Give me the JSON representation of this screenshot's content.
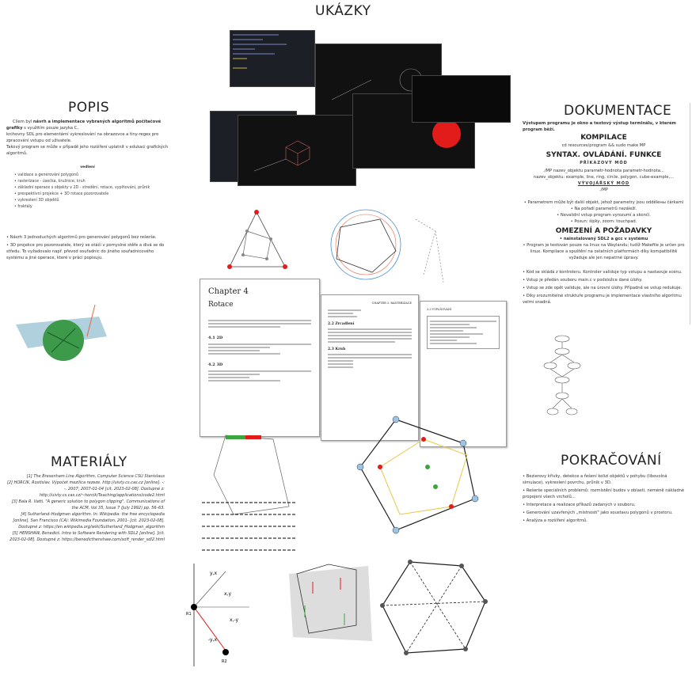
{
  "ukazky": {
    "title": "UKÁZKY"
  },
  "popis": {
    "title": "POPIS",
    "intro_prefix": "Cílem byl ",
    "intro_bold": "návrh a implementace vybraných algoritmů počítačové grafiky",
    "intro_rest": " s využitím pouze jazyka C,",
    "line2": "knihovny SDL pro elementární vykreslování na obrazovce a tiny-regex pro zpracování vstupu od uživatele.",
    "line3": "Takový program se může v případě jeho rozšíření uplatnit v edukaci grafických algoritmů.",
    "features_title": "vedlení",
    "features": [
      "validace a generování polygonů",
      "rasterizace - úsečka, kružnice, kruh",
      "základní operace s objekty v 2D - stredění, rotace, vyplňování, průnik",
      "prespektivní projekce + 3D rotace pozorovatele",
      "vykreslení 3D objektů",
      "fraktály"
    ],
    "note1": "• Návrh 3 jednoduchých algoritmů pro generování polygonů bez rešerše.",
    "note2": "• 3D projekce pro pozorovatele, který se otáčí v pomyslné stěře a dívá se do středu. To vyžadovalo např. převod souřadnic do jiného souřadnicového systému a jiné operace, které v práci popisuju."
  },
  "dokumentace": {
    "title": "DOKUMENTACE",
    "intro": "Výstupem programu je okno a textový výstup terminálu, v kterém program běží.",
    "kompilace_title": "KOMPILACE",
    "kompilace_cmd": "cd resources/program && sudo make MP",
    "syntax_title": "SYNTAX. OVLÁDÁNÍ. FUNKCE",
    "prikazovy_title": "PŘÍKAZOVÝ MÓD",
    "prikazovy_cmd": "./MP nazev_objektu parametr-hodnota parametr-hodnota...",
    "objekty": "nazev_objektu: example, line, ring, circle, polygon, cube-example,...",
    "vyvojarsky_title": "VÝVOJÁŘSKÝ MÓD",
    "vyvojarsky_cmd": "./MP",
    "bullets": [
      "• Parametrem může být další objekt, jehož parametry jsou oddělены čárkami",
      "• Na pořadí parametrů nezáleží.",
      "• Nevalidní vstup program vyrozumí a skončí.",
      "• Posun: šipky, zoom: touchpad."
    ],
    "omezeni_title": "OMEZENÍ A POŽADAVKY",
    "omezeni_req": "• nainstalovaný SDL2 a gcc v systému",
    "omezeni_text": "• Program je testován pouze na linux na Waylandu; tudíž Makefile je určen pro linux. Kompilace a spuštění na ostatních platformách díky kompatibilitě vyžaduje ale jen nepatrné úpravy.",
    "arch": [
      "• Kód se skládá z kontroleru. Kontroler validuje typ vstupu a nastavuje scénu.",
      "• Vstup je předán souboru main.c v podsložce dané úlohy.",
      "• Vstup se zde opět validuje, ale na úrovni úlohy. Případně se vstup redukuje.",
      "• Díky srozumitelné struktuře programu je implementace vlastního algoritmu velmi snadná."
    ]
  },
  "materialy": {
    "title": "MATERIÁLY",
    "refs": [
      "[1] The Bresenham Line Algorithm, Computer Science CSU Stanislaus",
      "[2] HORCIK, Rostislav. Výpočet mezilica rezeze. http://uivty.cs.cas.cz [online]. -: -, 2007; 2007-01-04 [cit. 2023-02-08]. Dostupné z: http://uivty.cs.cas.cz/~horcik/Teaching/applications/code2.html",
      "[3] Bala R. Vatti. \"A generic solution to polygon clipping\". Communications of the ACM, Vol 35, Issue 7 (July 1992) pp. 56–63.",
      "[4] Sutherland–Hodgman algorithm. In: Wikipedia: the free encyclopedia [online]. San Francisco (CA): Wikimedia Foundation, 2001- [cit. 2023-02-08]. Dostupné z: https://en.wikipedia.org/wiki/Sutherland_Hodgman_algorithm",
      "[5] HENSHAW, Benedict. Intro to Software Rendering with SDL2 [online]. [cit. 2023-02-08]. Dostupné z: https://benedicthenshaw.com/soft_render_sdl2.html"
    ]
  },
  "pokracovani": {
    "title": "POKRAČOVÁNÍ",
    "items": [
      "• Bezierovy křivky, detekce a řešení kolizí objektů v pohybu (libovolná simulace), vykreslení povrchu, průnik v 3D.",
      "• Rešerše speciálních problemů: rozmístění budov v oblasti, neméně nákladné propojení všech vrcholů...",
      "• Interpretace a realizace příkazů zadaných v souboru.",
      "• Generování uzavřených „místností\" jako soustavu polygonů v prostoru.",
      "• Analýza a rozšíření algoritmů."
    ]
  },
  "thesis": {
    "chapter": "Chapter 4",
    "section": "Rotace",
    "s1": "4.1 2D",
    "s2": "4.2 3D",
    "p2_head": "CHAPTER 3. RASTERIZACE",
    "p2_s1": "2.2 Zrcadlení",
    "p2_s2": "2.3 Kruh",
    "p3_head": "3.3 VYPLŇOVÁNÍ"
  },
  "diagram_labels": {
    "yx": "y,x",
    "xy": "x,y",
    "xmy": "x,-y",
    "mymx": "-y,x",
    "r1": "R1",
    "r2": "R2"
  },
  "colors": {
    "red": "#e21b1b",
    "green": "#3da53d",
    "terminal": "#111111"
  }
}
